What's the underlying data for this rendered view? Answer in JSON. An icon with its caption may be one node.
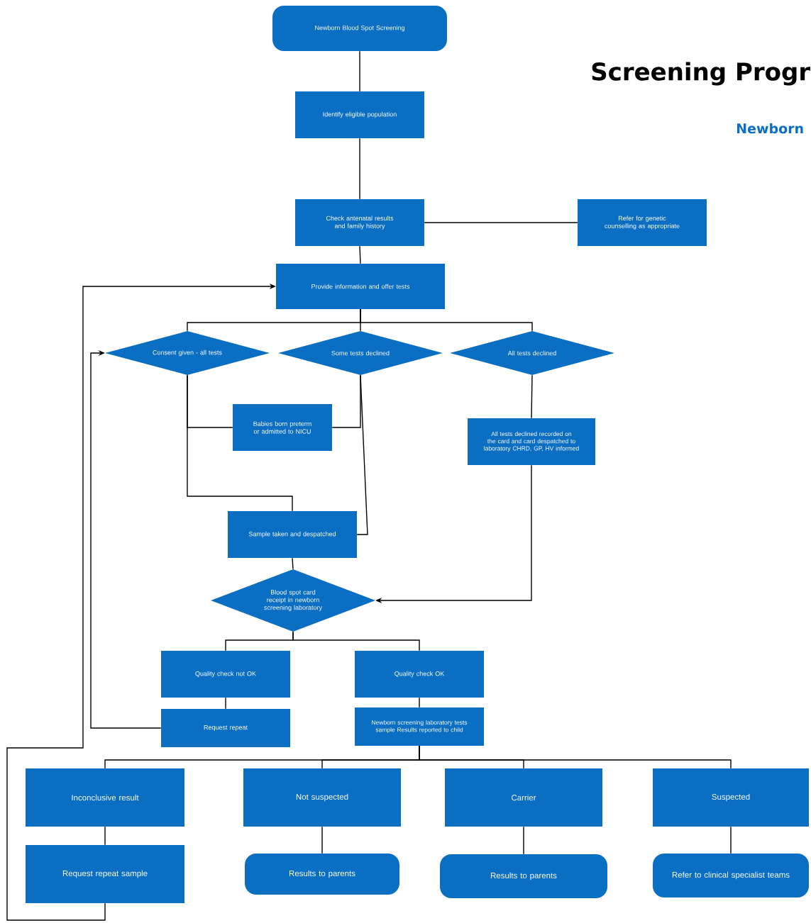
{
  "diagram": {
    "title": "Screening Progr",
    "nodes": [
      {
        "text": [
          "Newborn Blood Spot Screening"
        ]
      },
      {
        "text": [
          "Identify eligible population"
        ]
      },
      {
        "text": [
          "Check antenatal results and family history"
        ]
      },
      {
        "text": [
          "Refer for genetic counselling as appropriate"
        ]
      },
      {
        "text": [
          "Provide information and offer tests"
        ]
      },
      {
        "text": [
          "Consent given - all tests"
        ]
      },
      {
        "text": [
          "Some tests declined"
        ]
      },
      {
        "text": [
          "All tests declined"
        ]
      },
      {
        "text": [
          "Babies born preterm or admitted to NICU"
        ]
      },
      {
        "text": [
          "All tests declined recorded on the card and card despatched to laboratory CHRD, GP, HV informed"
        ]
      },
      {
        "text": [
          "Sample taken and despatched"
        ]
      },
      {
        "text": [
          "Blood spot card receipt in newborn screening laboratory"
        ]
      },
      {
        "text": [
          "Quality check not OK"
        ]
      },
      {
        "text": [
          "Quality check OK"
        ]
      },
      {
        "text": [
          "Request repeat"
        ]
      },
      {
        "text": [
          "Newborn screening laboratory tests sample Results reported to child"
        ]
      },
      {
        "text": [
          "Inconclusive result"
        ]
      },
      {
        "text": [
          "Not suspected"
        ]
      },
      {
        "text": [
          "Carrier"
        ]
      },
      {
        "text": [
          "Suspected"
        ]
      },
      {
        "text": [
          "Request repeat sample"
        ]
      },
      {
        "text": [
          "Results to parents"
        ]
      },
      {
        "text": [
          "Results to parents"
        ]
      },
      {
        "text": [
          "Refer to clinical specialist teams"
        ]
      }
    ],
    "edges": [
      {
        "from": 0,
        "to": 1,
        "arrow": "none"
      },
      {
        "from": 1,
        "to": 2,
        "arrow": "none"
      },
      {
        "from": 2,
        "to": 3,
        "arrow": "none"
      },
      {
        "from": 2,
        "to": 4,
        "arrow": "none"
      },
      {
        "from": 4,
        "to": 5,
        "arrow": "none"
      },
      {
        "from": 4,
        "to": 6,
        "arrow": "none"
      },
      {
        "from": 4,
        "to": 7,
        "arrow": "none"
      },
      {
        "from": 5,
        "to": 8,
        "arrow": "none"
      },
      {
        "from": 6,
        "to": 8,
        "arrow": "none"
      },
      {
        "from": 5,
        "to": 10,
        "arrow": "none"
      },
      {
        "from": 6,
        "to": 10,
        "arrow": "none"
      },
      {
        "from": 7,
        "to": 9,
        "arrow": "none"
      },
      {
        "from": 9,
        "to": 11,
        "arrow": "to"
      },
      {
        "from": 10,
        "to": 11,
        "arrow": "none"
      },
      {
        "from": 11,
        "to": 12,
        "arrow": "none"
      },
      {
        "from": 11,
        "to": 13,
        "arrow": "none"
      },
      {
        "from": 12,
        "to": 14,
        "arrow": "none"
      },
      {
        "from": 13,
        "to": 15,
        "arrow": "none"
      },
      {
        "from": 15,
        "to": 16,
        "arrow": "none"
      },
      {
        "from": 15,
        "to": 17,
        "arrow": "none"
      },
      {
        "from": 15,
        "to": 18,
        "arrow": "none"
      },
      {
        "from": 15,
        "to": 19,
        "arrow": "none"
      },
      {
        "from": 16,
        "to": 20,
        "arrow": "none"
      },
      {
        "from": 17,
        "to": 21,
        "arrow": "none"
      },
      {
        "from": 18,
        "to": 22,
        "arrow": "none"
      },
      {
        "from": 19,
        "to": 23,
        "arrow": "none"
      },
      {
        "from": 14,
        "to": 5,
        "arrow": "to"
      },
      {
        "from": 20,
        "to": 4,
        "arrow": "to"
      }
    ],
    "labels": [
      "Newborn"
    ]
  }
}
